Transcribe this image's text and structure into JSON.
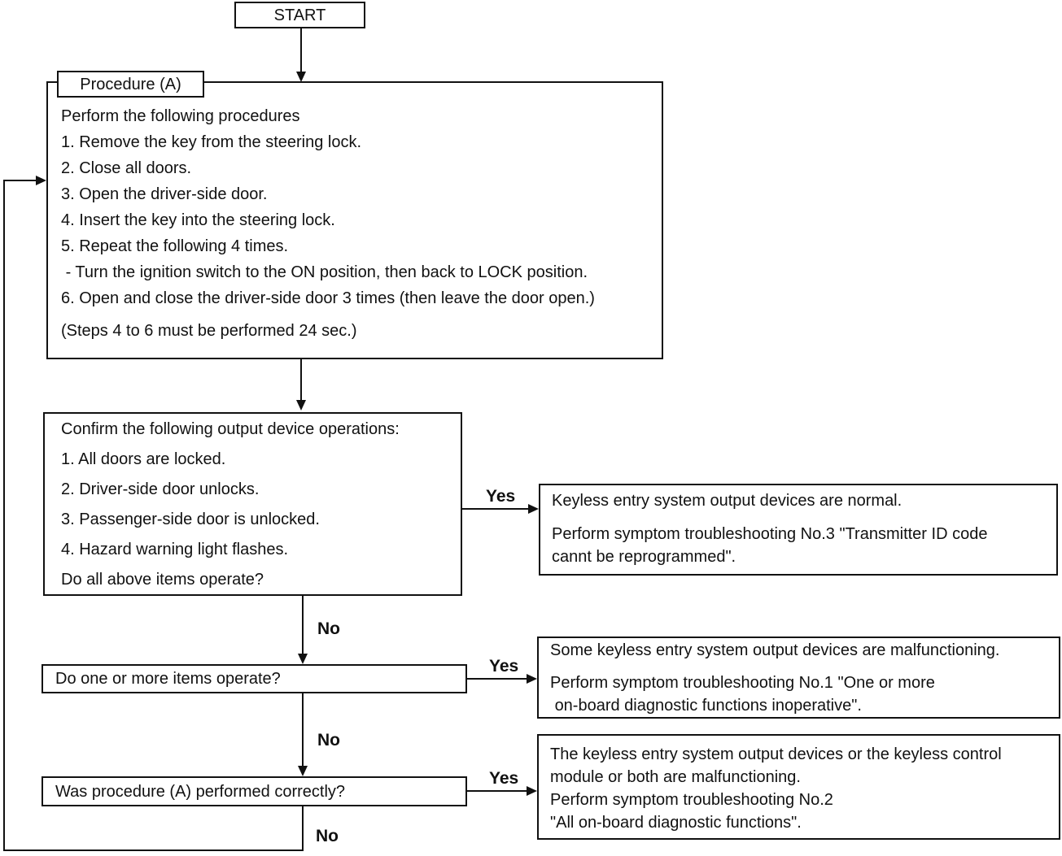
{
  "colors": {
    "line": "#111111",
    "background": "#ffffff",
    "text": "#111111"
  },
  "labels": {
    "yes": "Yes",
    "no": "No"
  },
  "start": {
    "label": "START"
  },
  "procedure": {
    "title": "Procedure (A)",
    "lines": [
      "Perform the following procedures",
      "1. Remove the key from the steering lock.",
      "2. Close all doors.",
      "3. Open the driver-side door.",
      "4. Insert the key into the steering lock.",
      "5. Repeat the following 4 times.",
      " - Turn the ignition switch to the ON position, then back to LOCK position.",
      "6. Open and close the driver-side door 3 times (then leave the door open.)",
      "(Steps 4 to 6 must be performed 24 sec.)"
    ]
  },
  "confirm": {
    "lines": [
      "Confirm the following output device operations:",
      "1. All doors are locked.",
      "2. Driver-side door unlocks.",
      "3. Passenger-side door is unlocked.",
      "4. Hazard warning light flashes.",
      "Do all above items operate?"
    ]
  },
  "decisions": {
    "one_or_more": "Do one or more items operate?",
    "procedure_correct": "Was procedure (A) performed correctly?"
  },
  "results": {
    "normal": {
      "lines": [
        "Keyless entry system output devices are normal.",
        "Perform symptom troubleshooting No.3 \"Transmitter ID code",
        "cannt be reprogrammed\"."
      ]
    },
    "some_malfunctioning": {
      "lines": [
        "Some keyless entry system output devices are malfunctioning.",
        "Perform symptom troubleshooting No.1 \"One or more",
        " on-board diagnostic functions inoperative\"."
      ]
    },
    "devices_or_module": {
      "lines": [
        "The keyless entry system output devices or the keyless control",
        "module or both are malfunctioning.",
        "Perform symptom troubleshooting No.2",
        "\"All on-board diagnostic functions\"."
      ]
    }
  }
}
